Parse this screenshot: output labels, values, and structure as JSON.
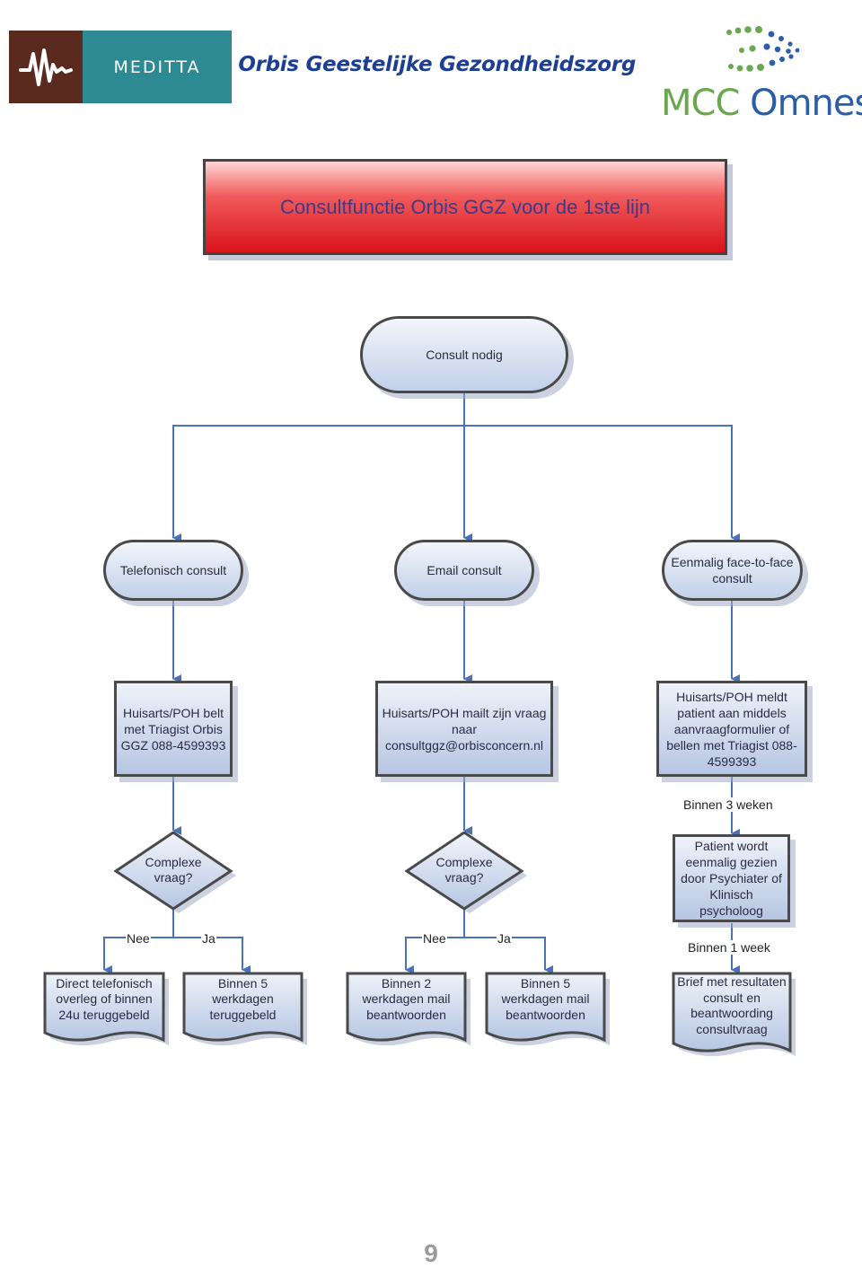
{
  "logos": {
    "meditta": "MEDITTA",
    "orbis": "Orbis Geestelijke Gezondheidszorg",
    "mcc_first": "MCC",
    "mcc_second": "Omnes"
  },
  "colors": {
    "connector": "#4a72b6",
    "title_red": "#d8141c",
    "shape_fill": "#c2d0e8",
    "border": "#4a4a4a"
  },
  "title": "Consultfunctie Orbis GGZ voor de 1ste lijn",
  "start": "Consult nodig",
  "channels": {
    "telefonisch": "Telefonisch consult",
    "email": "Email consult",
    "face": "Eenmalig face-to-face consult"
  },
  "steps": {
    "telefonisch": "Huisarts/POH belt met Triagist Orbis GGZ 088-4599393",
    "email": "Huisarts/POH mailt zijn vraag naar consultggz@orbisconcern.nl",
    "face": "Huisarts/POH meldt patient aan middels aanvraagformulier of bellen met Triagist 088-4599393"
  },
  "decisions": {
    "telefonisch": "Complexe vraag?",
    "email": "Complexe vraag?"
  },
  "labels": {
    "binnen_3_weken": "Binnen 3 weken",
    "binnen_1_week": "Binnen 1 week",
    "nee": "Nee",
    "ja": "Ja"
  },
  "face_step": "Patient wordt eenmalig gezien door Psychiater of Klinisch psycholoog",
  "outcomes": {
    "tel_nee": "Direct telefonisch overleg of binnen 24u teruggebeld",
    "tel_ja": "Binnen 5 werkdagen teruggebeld",
    "mail_nee": "Binnen 2 werkdagen mail beantwoorden",
    "mail_ja": "Binnen 5 werkdagen mail beantwoorden",
    "face": "Brief met resultaten consult en beantwoording consultvraag"
  },
  "page_number": "9"
}
